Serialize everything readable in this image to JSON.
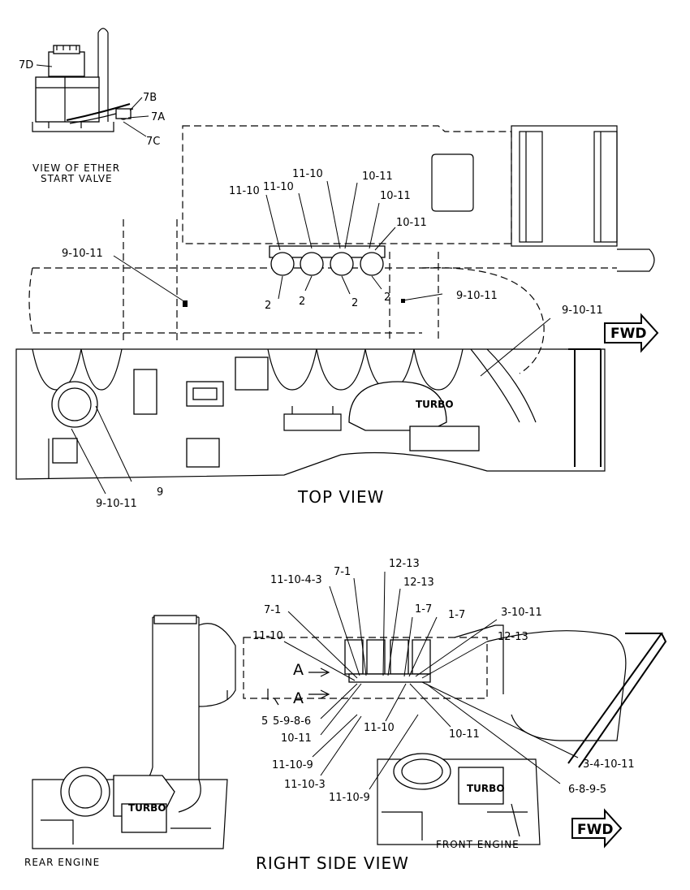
{
  "inset": {
    "caption_line1": "VIEW OF ETHER",
    "caption_line2": "START VALVE",
    "callouts": [
      "7D",
      "7B",
      "7A",
      "7C"
    ]
  },
  "top_view": {
    "title": "TOP VIEW",
    "fwd_label": "FWD",
    "turbo_label": "TURBO",
    "callouts": [
      "11-10",
      "11-10",
      "11-10",
      "10-11",
      "10-11",
      "10-11",
      "9-10-11",
      "2",
      "2",
      "2",
      "2",
      "9-10-11",
      "9-10-11",
      "9-10-11",
      "9"
    ]
  },
  "side_view": {
    "title": "RIGHT SIDE VIEW",
    "fwd_label": "FWD",
    "rear_label": "REAR ENGINE",
    "front_label": "FRONT ENGINE",
    "turbo_label": "TURBO",
    "section_marks": [
      "A",
      "A"
    ],
    "callouts": [
      "12-13",
      "7-1",
      "11-10-4-3",
      "12-13",
      "7-1",
      "1-7",
      "1-7",
      "3-10-11",
      "11-10",
      "12-13",
      "5",
      "5-9-8-6",
      "10-11",
      "11-10",
      "10-11",
      "11-10-9",
      "11-10-3",
      "11-10-9",
      "3-4-10-11",
      "6-8-9-5"
    ]
  }
}
